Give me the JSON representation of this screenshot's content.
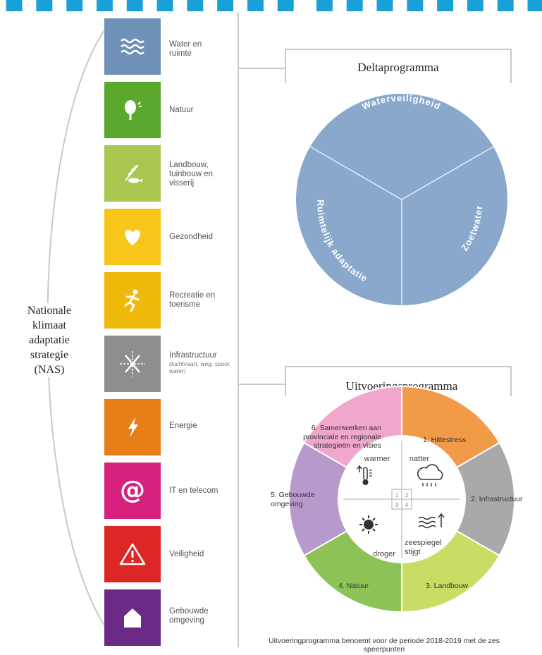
{
  "header_strip": {
    "color": "#1aa0d8"
  },
  "nas": {
    "label_lines": [
      "Nationale",
      "klimaat",
      "adaptatie",
      "strategie",
      "(NAS)"
    ]
  },
  "categories": [
    {
      "label": "Water en ruimte",
      "icon": "waves-icon",
      "color": "#6f91b8"
    },
    {
      "label": "Natuur",
      "icon": "tree-icon",
      "color": "#5aa82d"
    },
    {
      "label": "Landbouw, tuinbouw en visserij",
      "icon": "wheat-fish-icon",
      "color": "#a9c74f"
    },
    {
      "label": "Gezondheid",
      "icon": "heart-icon",
      "color": "#f7c619"
    },
    {
      "label": "Recreatie en toerisme",
      "icon": "runner-icon",
      "color": "#efb90c"
    },
    {
      "label": "Infrastructuur",
      "sublabel": "(luchtvaart, weg, spoor, water)",
      "icon": "infrastructure-icon",
      "color": "#8e8e8e"
    },
    {
      "label": "Energie",
      "icon": "lightning-icon",
      "color": "#e67e17"
    },
    {
      "label": "IT en telecom",
      "icon": "at-sign-icon",
      "color": "#d6217f"
    },
    {
      "label": "Veiligheid",
      "icon": "warning-icon",
      "color": "#dd2727"
    },
    {
      "label": "Gebouwde omgeving",
      "icon": "house-icon",
      "color": "#6a2a86"
    }
  ],
  "deltaprogramma": {
    "title": "Deltaprogramma",
    "color": "#89a8cb",
    "segments": [
      "Waterveiligheid",
      "Zoetwater",
      "Ruimtelijk adaptatie"
    ]
  },
  "uitvoering": {
    "title_line1": "Uitvoeringsprogramma",
    "title_line2": "NAS",
    "segments": [
      {
        "label": "1. Hittestress",
        "color": "#f19a48"
      },
      {
        "label": "2. Infrastructuur",
        "color": "#a9a9a9"
      },
      {
        "label": "3. Landbouw",
        "color": "#c7dd63"
      },
      {
        "label": "4. Natuur",
        "color": "#8dc356"
      },
      {
        "label": "5. Gebouwde omgeving",
        "color": "#b799cc"
      },
      {
        "label": "6. Samenwerken aan provinciale en regionale strategieën en visies",
        "color": "#f0a7cb"
      }
    ],
    "quadrants": [
      {
        "label": "warmer",
        "icon": "thermometer-icon"
      },
      {
        "label": "natter",
        "icon": "rain-cloud-icon"
      },
      {
        "label": "droger",
        "icon": "sun-icon"
      },
      {
        "label": "zeespiegel stijgt",
        "icon": "sea-level-icon"
      }
    ],
    "grid_numbers": [
      "1",
      "2",
      "3",
      "4"
    ],
    "footnote": "Uitvoeringprogramma benoemt voor de periode 2018-2019 met de zes speerpunten"
  }
}
